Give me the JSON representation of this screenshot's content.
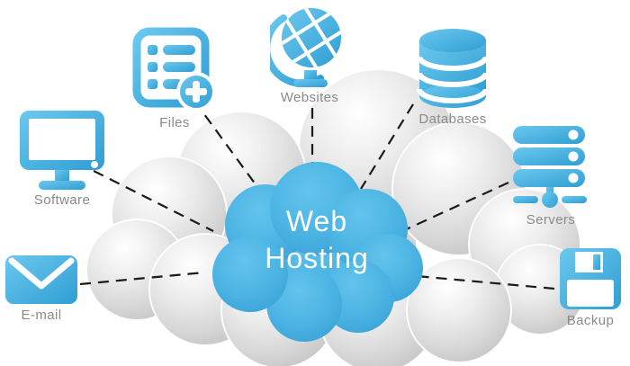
{
  "title": {
    "line1": "Web",
    "line2": "Hosting"
  },
  "nodes": [
    {
      "id": "software",
      "label": "Software",
      "icon": "monitor-icon"
    },
    {
      "id": "files",
      "label": "Files",
      "icon": "document-list-add-icon"
    },
    {
      "id": "websites",
      "label": "Websites",
      "icon": "globe-icon"
    },
    {
      "id": "databases",
      "label": "Databases",
      "icon": "database-icon"
    },
    {
      "id": "servers",
      "label": "Servers",
      "icon": "server-stack-icon"
    },
    {
      "id": "email",
      "label": "E-mail",
      "icon": "envelope-icon"
    },
    {
      "id": "backup",
      "label": "Backup",
      "icon": "floppy-disk-icon"
    }
  ],
  "connections": [
    "software",
    "files",
    "websites",
    "databases",
    "servers",
    "email",
    "backup"
  ],
  "colors": {
    "icon_blue_light": "#6cc8ef",
    "icon_blue_dark": "#2f9ed2",
    "label_gray": "#8a8a8a",
    "cloud_gray": "#d2d2d2",
    "cloud_blue": "#4ab3e3",
    "connector_black": "#1b1b1b",
    "title_white": "#ffffff"
  }
}
